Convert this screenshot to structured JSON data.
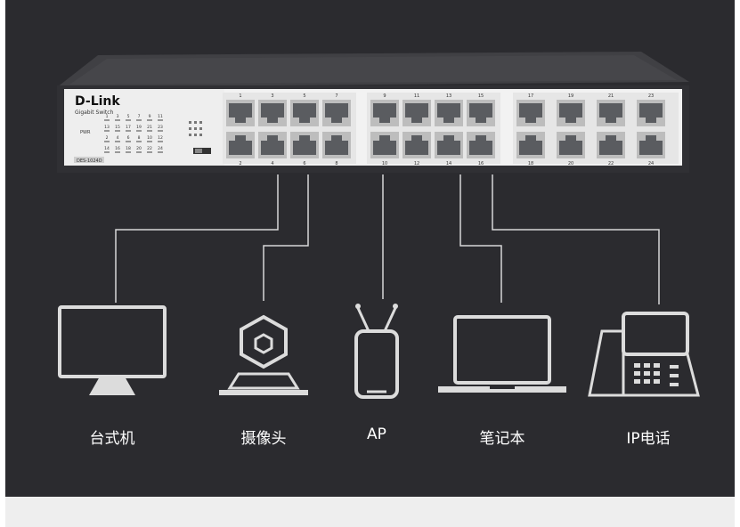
{
  "switch": {
    "brand": "D-Link",
    "model": "Gigabit Switch",
    "badge": "DES-1024D",
    "pwr_label": "PWR",
    "port_numbers_top": [
      "1",
      "3",
      "5",
      "7",
      "9",
      "11",
      "13",
      "15",
      "17",
      "19",
      "21",
      "23"
    ],
    "port_numbers_bottom": [
      "2",
      "4",
      "6",
      "8",
      "10",
      "12",
      "14",
      "16",
      "18",
      "20",
      "22",
      "24"
    ],
    "led_numbers": [
      "1",
      "3",
      "5",
      "7",
      "9",
      "11",
      "13",
      "15",
      "17",
      "19",
      "21",
      "23",
      "2",
      "4",
      "6",
      "8",
      "10",
      "12",
      "14",
      "16",
      "18",
      "20",
      "22",
      "24"
    ],
    "colors": {
      "body": "#3a3a3e",
      "faceplate": "#f2f2f2",
      "port": "#5a5c60"
    }
  },
  "devices": [
    {
      "id": "desktop",
      "label": "台式机",
      "icon": "desktop-monitor-icon"
    },
    {
      "id": "camera",
      "label": "摄像头",
      "icon": "security-camera-icon"
    },
    {
      "id": "ap",
      "label": "AP",
      "icon": "access-point-icon"
    },
    {
      "id": "laptop",
      "label": "笔记本",
      "icon": "laptop-icon"
    },
    {
      "id": "ipphone",
      "label": "IP电话",
      "icon": "ip-phone-icon"
    }
  ],
  "colors": {
    "background": "#2b2b2f",
    "line": "#d8d8d8",
    "text": "#ffffff"
  }
}
